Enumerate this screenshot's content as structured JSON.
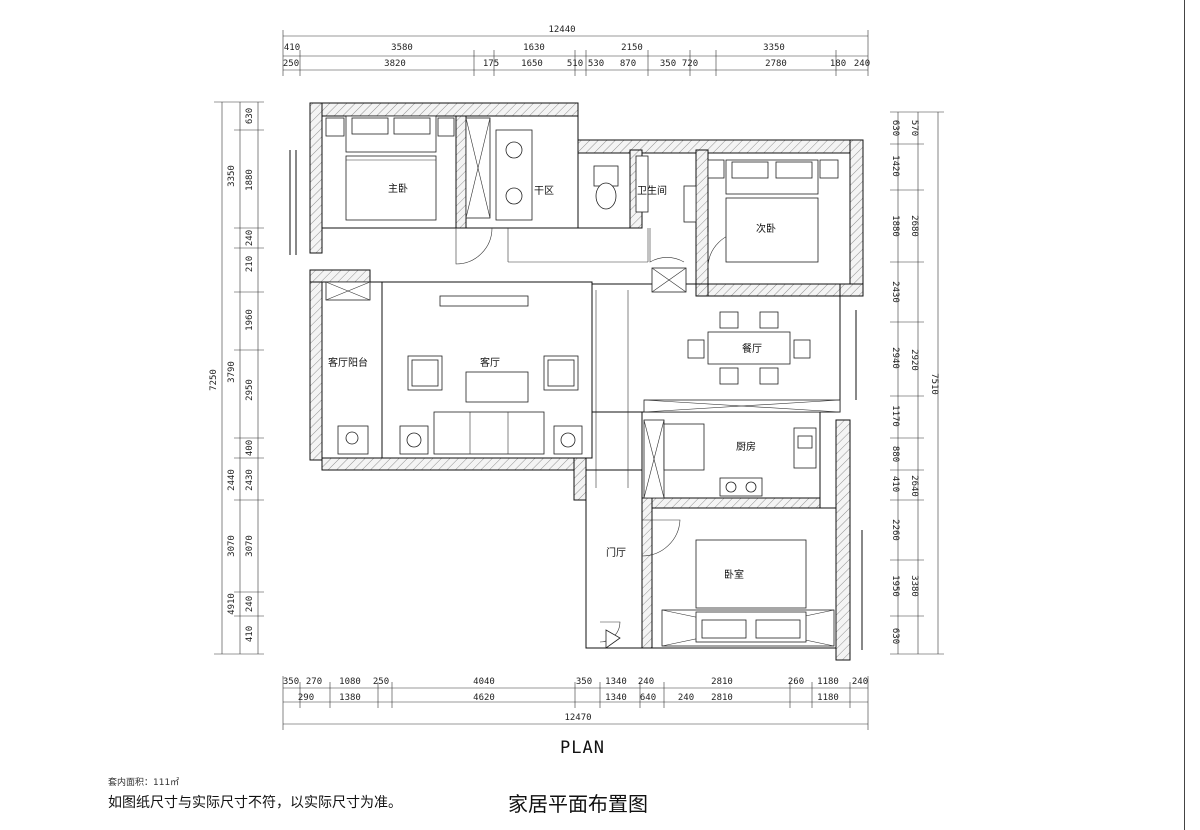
{
  "dimensions": {
    "top_total": "12440",
    "top_row1": [
      "410",
      "3580",
      "1630",
      "2150",
      "3350"
    ],
    "top_row2": [
      "250",
      "3820",
      "175",
      "1650",
      "510",
      "530",
      "870",
      "350",
      "720",
      "2780",
      "180",
      "240"
    ],
    "bottom_total": "12470",
    "bottom_row1": [
      "350",
      "270",
      "1080",
      "250",
      "4040",
      "350",
      "1340",
      "240",
      "2810",
      "260",
      "1180",
      "240"
    ],
    "bottom_row2": [
      "290",
      "1380",
      "4620",
      "1340",
      "640",
      "240",
      "2810",
      "1180"
    ],
    "left_total": "7250",
    "left_outer": [
      "3350",
      "3790",
      "2440",
      "3070",
      "4910"
    ],
    "left_inner": [
      "630",
      "1880",
      "240",
      "210",
      "1960",
      "2950",
      "400",
      "2430",
      "3070",
      "240",
      "410"
    ],
    "right_total": "7510",
    "right_outer": [
      "570",
      "2680",
      "2920",
      "2640",
      "3380"
    ],
    "right_inner": [
      "630",
      "1420",
      "1880",
      "2430",
      "2940",
      "1170",
      "880",
      "410",
      "2260",
      "1950",
      "630"
    ]
  },
  "rooms": {
    "master_bedroom": "主卧",
    "dry_area": "干区",
    "bathroom": "卫生间",
    "second_bedroom": "次卧",
    "living_balcony": "客厅阳台",
    "living_room": "客厅",
    "dining_room": "餐厅",
    "kitchen": "厨房",
    "foyer": "门厅",
    "bedroom": "卧室"
  },
  "captions": {
    "plan": "PLAN",
    "area": "套内面积：111㎡",
    "note": "如图纸尺寸与实际尺寸不符，以实际尺寸为准。",
    "title": "家居平面布置图"
  }
}
